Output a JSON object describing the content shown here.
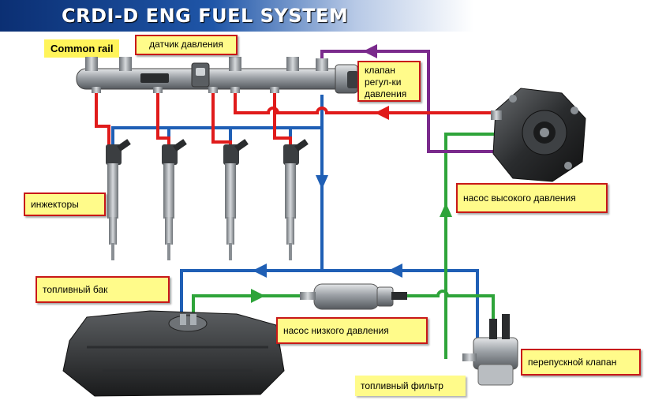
{
  "title": "CRDI-D ENG FUEL SYSTEM",
  "subtitle": "Common rail",
  "labels": {
    "pressure_sensor": "датчик давления",
    "pressure_regulator": [
      "клапан",
      "регул-ки",
      "давления"
    ],
    "high_pressure_pump": "насос высокого давления",
    "injectors": "инжекторы",
    "fuel_tank": "топливный бак",
    "low_pressure_pump": "насос низкого давления",
    "bypass_valve": "перепускной клапан",
    "fuel_filter": "топливный фильтр"
  },
  "colors": {
    "high_pressure": "#e01b1b",
    "return": "#1f5fb5",
    "supply": "#2ea43a",
    "control": "#7a2a8c"
  }
}
